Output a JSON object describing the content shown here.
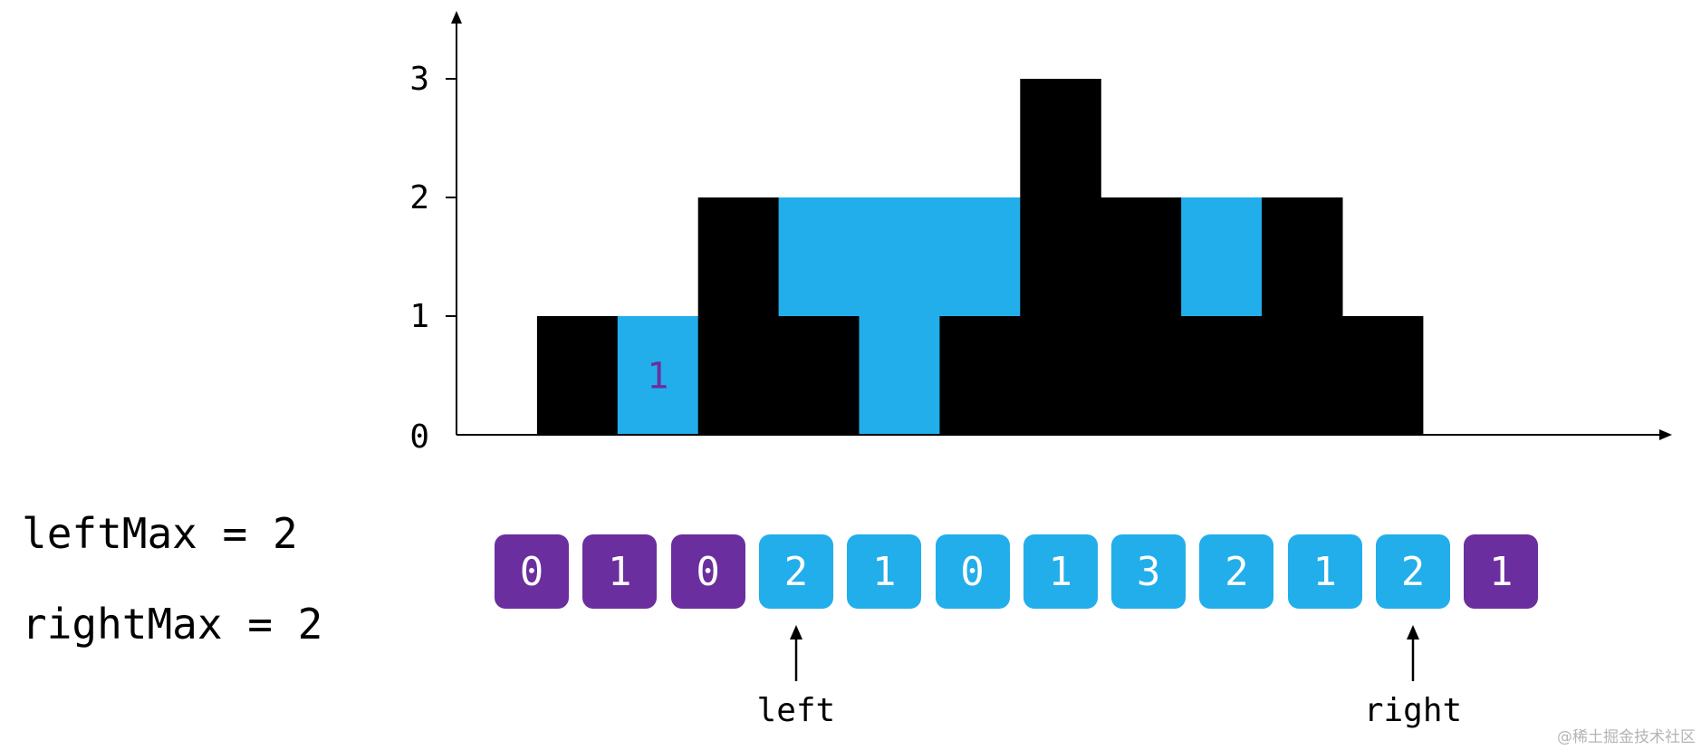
{
  "colors": {
    "bar": "#000000",
    "water": "#22aeea",
    "purple": "#6b2e9e",
    "cell_text": "#ffffff",
    "water_label_text": "#6b2e9e"
  },
  "chart_data": {
    "type": "bar",
    "x": [
      0,
      1,
      2,
      3,
      4,
      5,
      6,
      7,
      8,
      9,
      10,
      11
    ],
    "heights": [
      0,
      1,
      0,
      2,
      1,
      0,
      1,
      3,
      2,
      1,
      2,
      1
    ],
    "water": [
      0,
      0,
      1,
      0,
      1,
      2,
      1,
      0,
      0,
      1,
      0,
      0
    ],
    "water_label": {
      "index": 2,
      "text": "1"
    },
    "yticks": [
      "0",
      "1",
      "2",
      "3"
    ],
    "ylim": [
      0,
      3.5
    ],
    "grid": false,
    "legend": "none"
  },
  "array": {
    "values": [
      "0",
      "1",
      "0",
      "2",
      "1",
      "0",
      "1",
      "3",
      "2",
      "1",
      "2",
      "1"
    ],
    "states": [
      "purple",
      "purple",
      "purple",
      "blue",
      "blue",
      "blue",
      "blue",
      "blue",
      "blue",
      "blue",
      "blue",
      "purple"
    ]
  },
  "vars": {
    "left_max_text": "leftMax = 2",
    "right_max_text": "rightMax = 2"
  },
  "pointers": {
    "left": {
      "label": "left",
      "index": 3
    },
    "right": {
      "label": "right",
      "index": 10
    }
  },
  "watermark": "@稀土掘金技术社区"
}
